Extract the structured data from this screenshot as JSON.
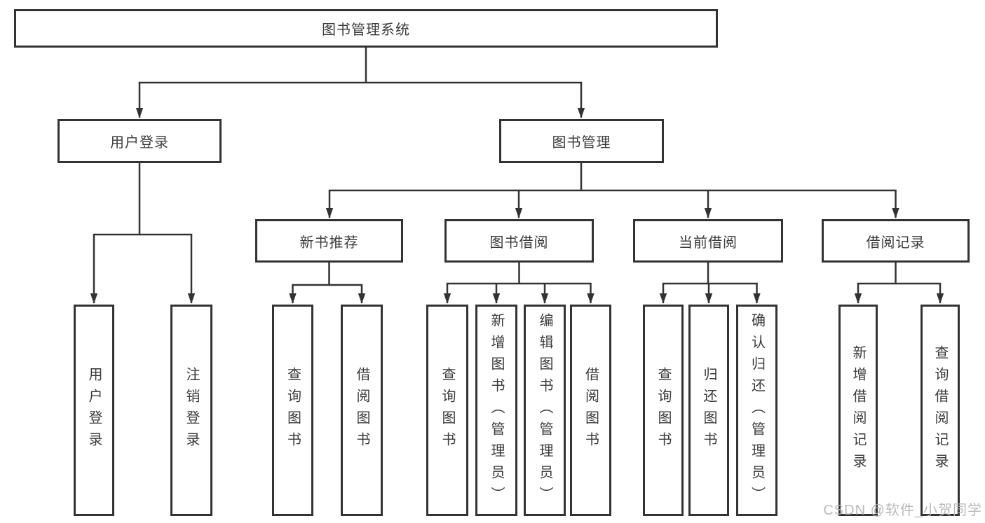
{
  "diagram_type": "hierarchy-tree",
  "colors": {
    "line": "#333333",
    "box_border": "#333333",
    "text": "#3b3b3b",
    "background": "#ffffff",
    "watermark": "#b2b2b2"
  },
  "tree": {
    "label": "图书管理系统",
    "children": [
      {
        "label": "用户登录",
        "children": [
          {
            "label": "用户登录"
          },
          {
            "label": "注销登录"
          }
        ]
      },
      {
        "label": "图书管理",
        "children": [
          {
            "label": "新书推荐",
            "children": [
              {
                "label": "查询图书"
              },
              {
                "label": "借阅图书"
              }
            ]
          },
          {
            "label": "图书借阅",
            "children": [
              {
                "label": "查询图书"
              },
              {
                "label": "新增图书（管理员）"
              },
              {
                "label": "编辑图书（管理员）"
              },
              {
                "label": "借阅图书"
              }
            ]
          },
          {
            "label": "当前借阅",
            "children": [
              {
                "label": "查询图书"
              },
              {
                "label": "归还图书"
              },
              {
                "label": "确认归还（管理员）"
              }
            ]
          },
          {
            "label": "借阅记录",
            "children": [
              {
                "label": "新增借阅记录"
              },
              {
                "label": "查询借阅记录"
              }
            ]
          }
        ]
      }
    ]
  },
  "watermark": "CSDN @软件_小贺同学"
}
